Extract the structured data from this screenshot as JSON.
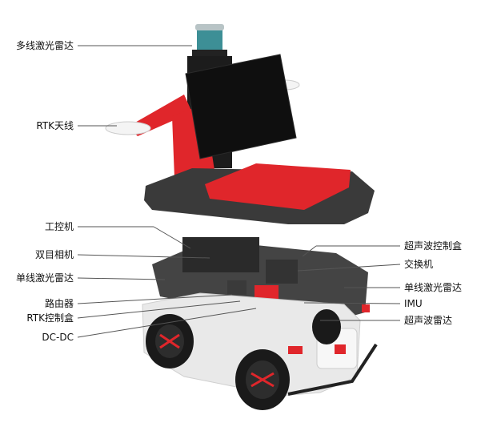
{
  "labels_left": [
    {
      "id": "multi-line-lidar",
      "text": "多线激光雷达"
    },
    {
      "id": "rtk-antenna",
      "text": "RTK天线"
    },
    {
      "id": "industrial-pc",
      "text": "工控机"
    },
    {
      "id": "stereo-camera",
      "text": "双目相机"
    },
    {
      "id": "single-line-lidar-left",
      "text": "单线激光雷达"
    },
    {
      "id": "router",
      "text": "路由器"
    },
    {
      "id": "rtk-control-box",
      "text": "RTK控制盒"
    },
    {
      "id": "dc-dc",
      "text": "DC-DC"
    }
  ],
  "labels_right": [
    {
      "id": "ultrasonic-control-box",
      "text": "超声波控制盒"
    },
    {
      "id": "switch",
      "text": "交换机"
    },
    {
      "id": "single-line-lidar-right",
      "text": "单线激光雷达"
    },
    {
      "id": "imu",
      "text": "IMU"
    },
    {
      "id": "ultrasonic-radar",
      "text": "超声波雷达"
    }
  ],
  "colors": {
    "red": "#e0262b",
    "dark": "#2b2b2b",
    "black": "#111111",
    "grey": "#5a5a5a",
    "white": "#f2f2f2",
    "lidar": "#3d8f96"
  }
}
